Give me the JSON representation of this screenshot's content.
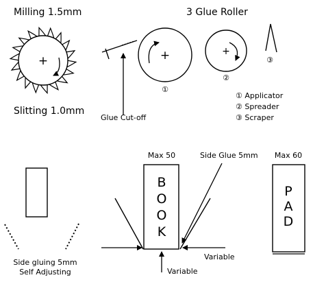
{
  "labels": {
    "milling": "Milling 1.5mm",
    "slitting": "Slitting 1.0mm",
    "glue_roller": "3 Glue Roller",
    "glue_cutoff": "Glue Cut-off",
    "roller_1": "①",
    "roller_2": "②",
    "roller_3": "③",
    "legend_applicator": "① Applicator",
    "legend_spreader": "② Spreader",
    "legend_scraper": "③ Scraper",
    "side_gluing_1": "Side gluing 5mm",
    "side_gluing_2": "Self Adjusting",
    "max_50": "Max 50",
    "side_glue": "Side Glue 5mm",
    "max_60": "Max 60",
    "variable_right": "Variable",
    "variable_bottom": "Variable",
    "book_letters": [
      "B",
      "O",
      "O",
      "K"
    ],
    "pad_letters": [
      "P",
      "A",
      "D"
    ]
  },
  "symbols": {
    "plus": "+"
  },
  "colors": {
    "stroke": "#000000",
    "background": "#ffffff"
  }
}
